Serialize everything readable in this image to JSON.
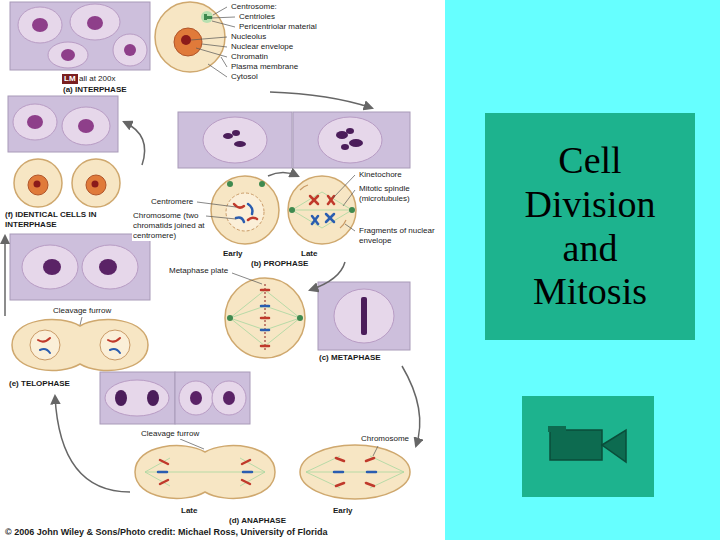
{
  "diagram": {
    "nodes": [
      {
        "text": [
          "Cell Division and Mitosis"
        ]
      }
    ],
    "labels": [
      "Centrosome:",
      "Centrioles",
      "Pericentriolar material",
      "Nucleolus",
      "Nuclear envelope",
      "Chromatin",
      "Plasma membrane",
      "Cytosol",
      "LM",
      "all at 200x",
      "(a) INTERPHASE",
      "Kinetochore",
      "Mitotic spindle (microtubules)",
      "Fragments of nuclear envelope",
      "Early",
      "Late",
      "(b) PROPHASE",
      "Centromere",
      "Chromosome (two chromatids joined at centromere)",
      "(f) IDENTICAL CELLS IN INTERPHASE",
      "Metaphase plate",
      "(c) METAPHASE",
      "Cleavage furrow",
      "(e) TELOPHASE",
      "Cleavage furrow",
      "Chromosome",
      "Late",
      "(d) ANAPHASE",
      "Early",
      "© 2006 John Wiley & Sons/Photo credit: Michael Ross, University of Florida"
    ]
  }
}
